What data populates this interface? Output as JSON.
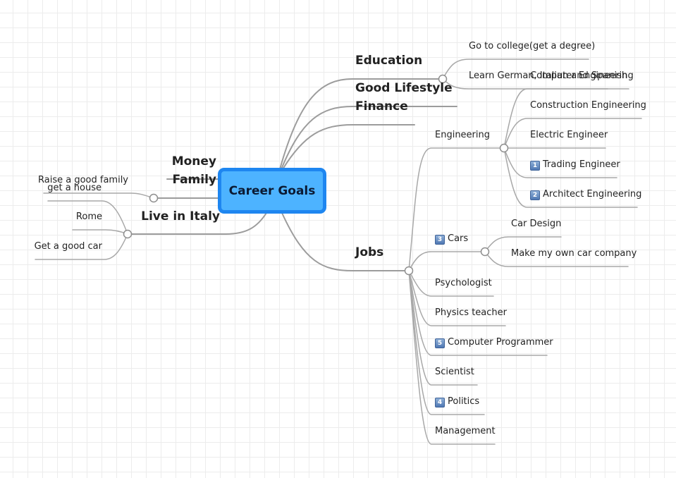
{
  "root": {
    "label": "Career Goals"
  },
  "branches": {
    "education": {
      "label": "Education"
    },
    "good_lifestyle": {
      "label": "Good Lifestyle"
    },
    "finance": {
      "label": "Finance"
    },
    "jobs": {
      "label": "Jobs"
    },
    "money": {
      "label": "Money"
    },
    "family": {
      "label": "Family"
    },
    "live_in_italy": {
      "label": "Live in Italy"
    }
  },
  "education_items": [
    {
      "label": "Go to college(get a degree)"
    },
    {
      "label": "Learn German, Italian and Spanish"
    }
  ],
  "engineering": {
    "label": "Engineering",
    "items": [
      {
        "label": "Computer Engineering"
      },
      {
        "label": "Construction Engineering"
      },
      {
        "label": "Electric Engineer"
      },
      {
        "label": "Trading Engineer",
        "badge": "1"
      },
      {
        "label": "Architect Engineering",
        "badge": "2"
      }
    ]
  },
  "cars": {
    "label": "Cars",
    "badge": "3",
    "items": [
      {
        "label": "Car Design"
      },
      {
        "label": "Make my own car company"
      }
    ]
  },
  "jobs_items": [
    {
      "label": "Psychologist"
    },
    {
      "label": "Physics teacher"
    },
    {
      "label": "Computer Programmer",
      "badge": "5"
    },
    {
      "label": "Scientist"
    },
    {
      "label": "Politics",
      "badge": "4"
    },
    {
      "label": "Management"
    }
  ],
  "family_items": [
    {
      "label": "Raise a good family"
    }
  ],
  "italy_items": [
    {
      "label": "get a house"
    },
    {
      "label": "Rome"
    },
    {
      "label": "Get a good car"
    }
  ],
  "colors": {
    "root_fill": "#4db3ff",
    "root_border": "#1e86f0",
    "connector": "#9c9c9c",
    "badge": "#4f78b3"
  }
}
